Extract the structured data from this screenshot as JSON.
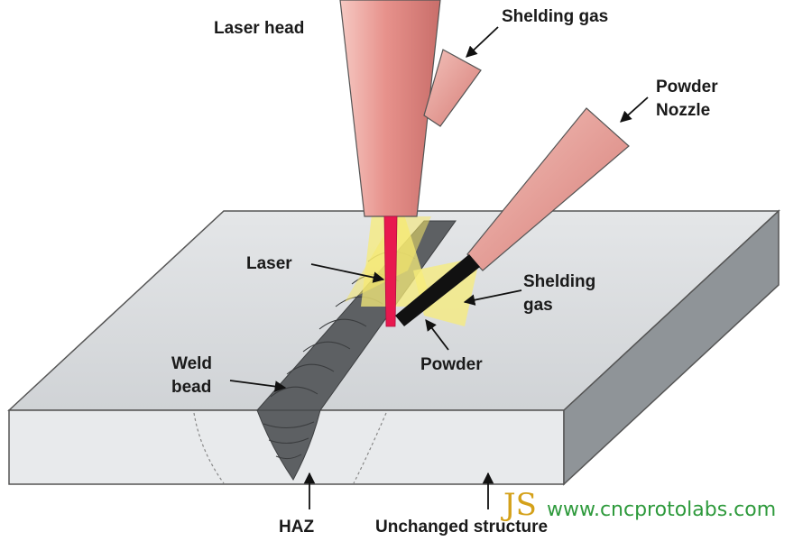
{
  "labels": {
    "laser_head": "Laser head",
    "shielding_gas_top": "Shelding gas",
    "powder_nozzle_line1": "Powder",
    "powder_nozzle_line2": "Nozzle",
    "laser": "Laser",
    "shielding_gas_right_line1": "Shelding",
    "shielding_gas_right_line2": "gas",
    "powder": "Powder",
    "weld_bead_line1": "Weld",
    "weld_bead_line2": "bead",
    "haz": "HAZ",
    "unchanged_structure": "Unchanged structure"
  },
  "watermark": {
    "logo_text": "JS",
    "url": "www.cncprotolabs.com"
  },
  "colors": {
    "plate_top": "#d9dcdf",
    "plate_front": "#e7e9eb",
    "plate_side": "#8f9498",
    "nozzle_pink": "#e8948f",
    "laser_beam": "#e8194f",
    "shield_cone": "#f7ec7a",
    "weld_bead": "#5d6063",
    "watermark_green": "#2e9a3c",
    "watermark_gold": "#d4a11a"
  }
}
